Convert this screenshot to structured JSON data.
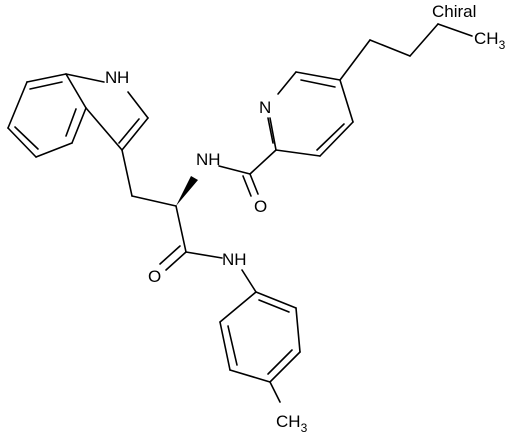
{
  "flag": {
    "chiral": "Chiral"
  },
  "atoms": {
    "indole_nh": "H",
    "indole_n": "N",
    "pyridine_n": "N",
    "amide_nh": "NH",
    "amide_o": "O",
    "anilide_o": "O",
    "anilide_nh": "NH",
    "butyl_ch3_c": "CH",
    "butyl_ch3_sub": "3",
    "tolyl_ch3_c": "CH",
    "tolyl_ch3_sub": "3"
  },
  "colors": {
    "bond": "#000000",
    "background": "#ffffff"
  }
}
